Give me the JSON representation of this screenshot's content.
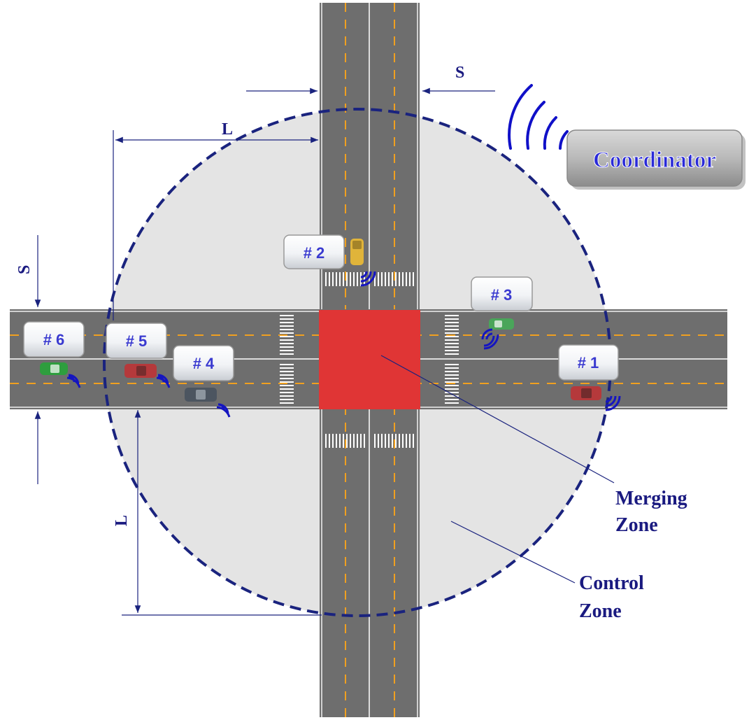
{
  "labels": {
    "coordinator": "Coordinator",
    "merging_zone_line1": "Merging",
    "merging_zone_line2": "Zone",
    "control_zone_line1": "Control",
    "control_zone_line2": "Zone",
    "dim_L_top": "L",
    "dim_L_left": "L",
    "dim_S_top": "S",
    "dim_S_left": "S"
  },
  "vehicles": [
    {
      "id": "vehicle-1",
      "label": "# 1",
      "color": "#b5393b"
    },
    {
      "id": "vehicle-2",
      "label": "# 2",
      "color": "#e0b43a"
    },
    {
      "id": "vehicle-3",
      "label": "# 3",
      "color": "#4aa55a"
    },
    {
      "id": "vehicle-4",
      "label": "# 4",
      "color": "#4c5560"
    },
    {
      "id": "vehicle-5",
      "label": "# 5",
      "color": "#b5393b"
    },
    {
      "id": "vehicle-6",
      "label": "# 6",
      "color": "#2e9e3e"
    }
  ],
  "colors": {
    "road": "#6e6e6e",
    "center_line": "#f0a020",
    "merging_zone": "#e03535",
    "control_zone_fill": "#e4e4e4",
    "control_zone_border": "#1a237e",
    "label_text": "#1a1a80",
    "vehicle_label_text": "#3a3ad0",
    "coordinator_text": "#2a2ad8"
  }
}
